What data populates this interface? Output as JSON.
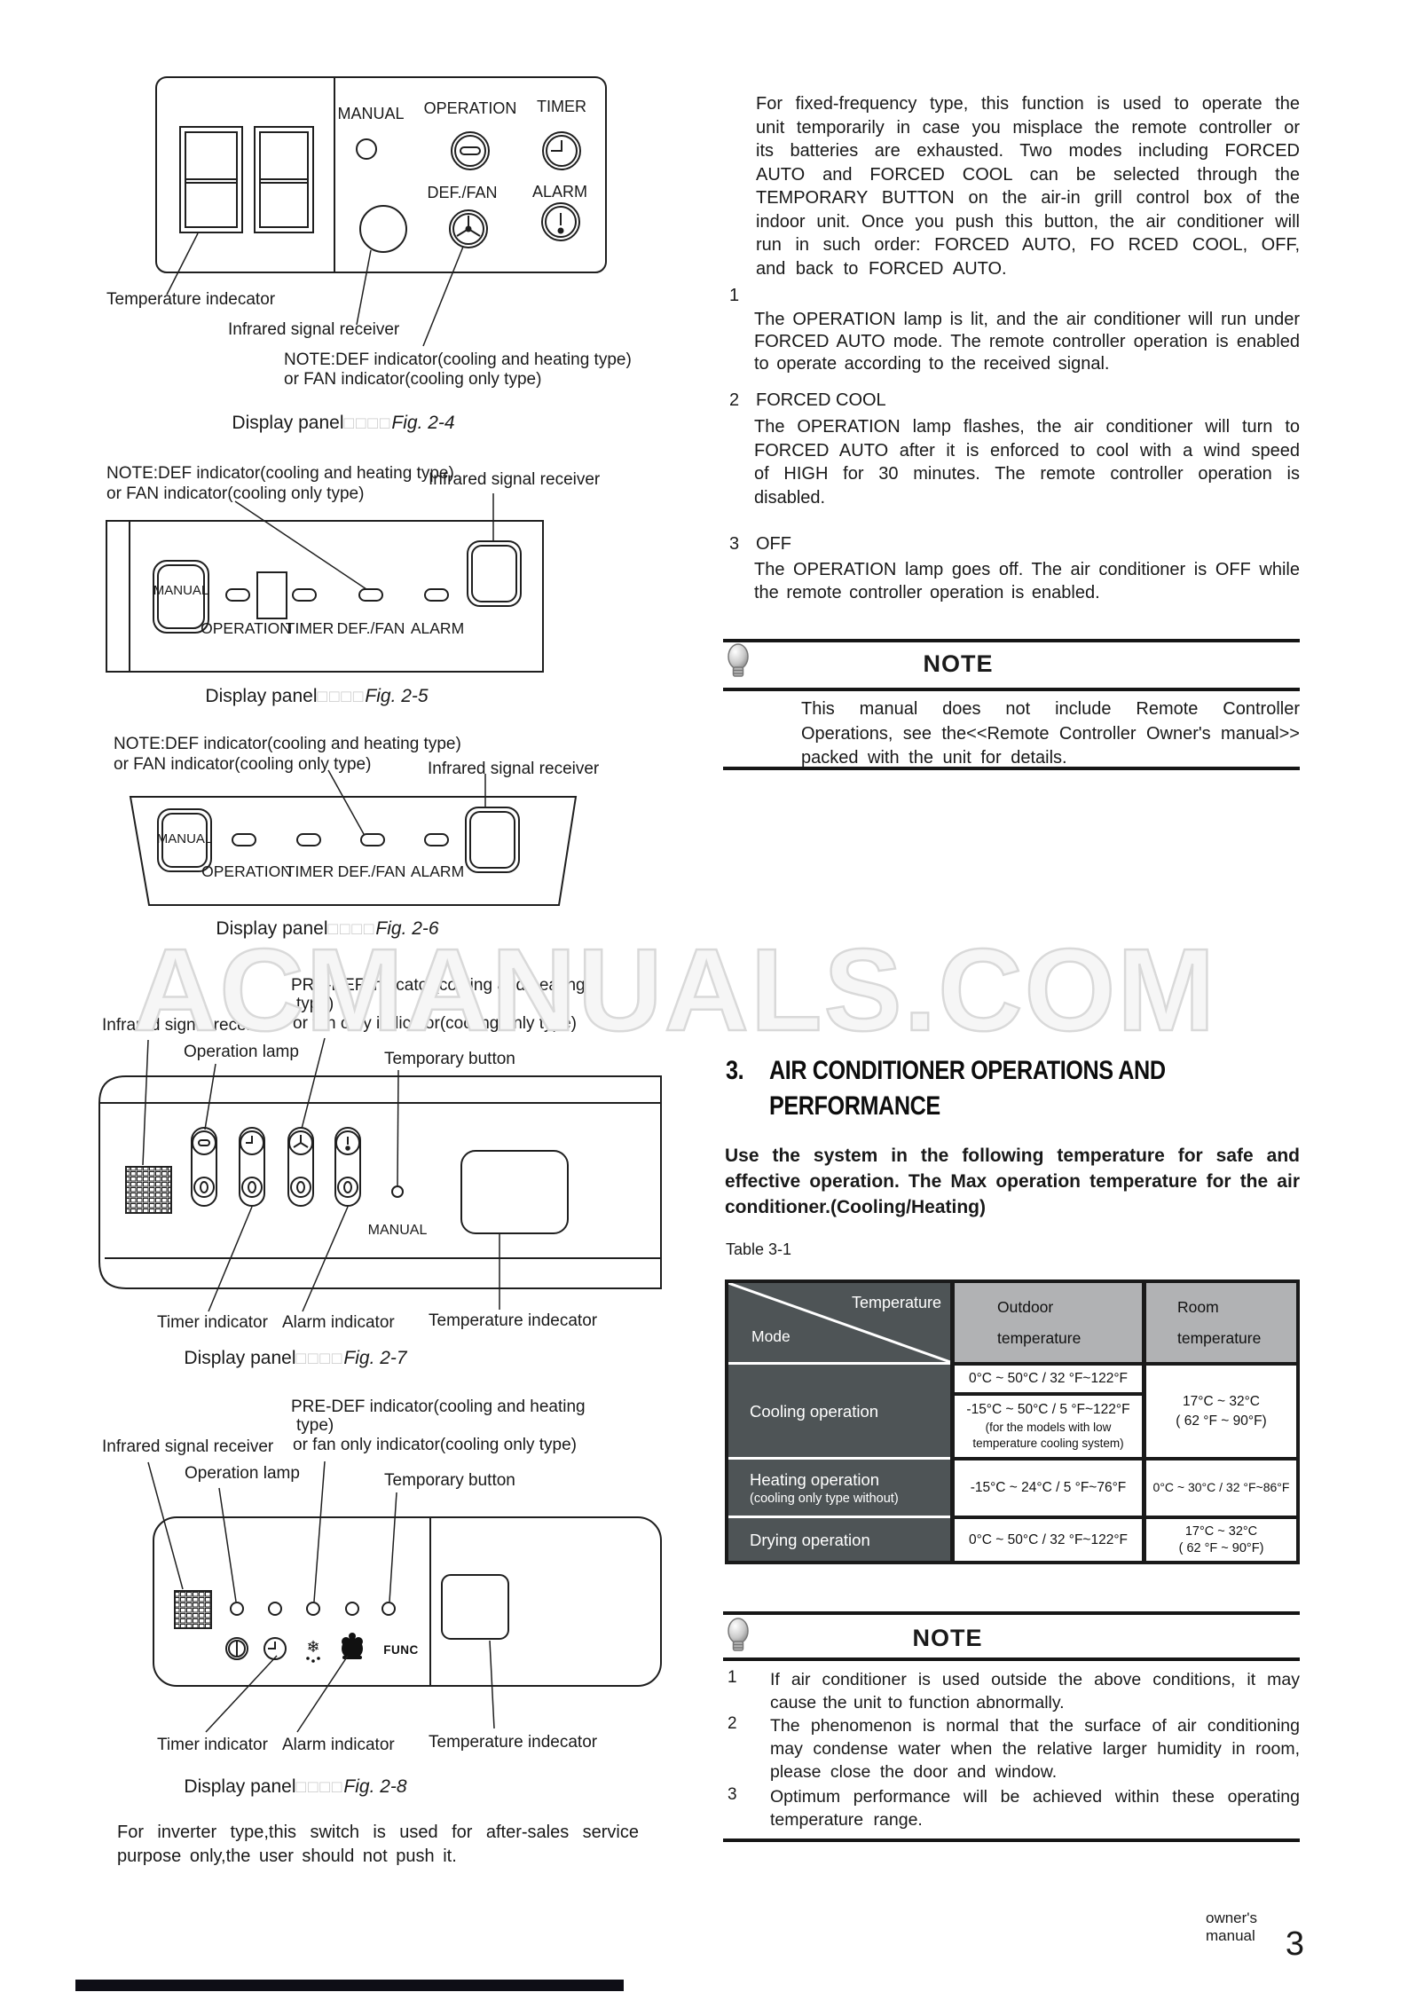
{
  "page": {
    "watermark": "ACMANUALS.COM",
    "footer_label": "owner's manual",
    "footer_page": "3"
  },
  "captions": {
    "prefix": "Display panel",
    "boxes": "□□□□",
    "f24": "Fig. 2-4",
    "f25": "Fig. 2-5",
    "f26": "Fig. 2-6",
    "f27": "Fig. 2-7",
    "f28": "Fig. 2-8"
  },
  "panel_labels": {
    "manual": "MANUAL",
    "operation": "OPERATION",
    "timer": "TIMER",
    "def_fan": "DEF./FAN",
    "alarm": "ALARM",
    "func": "FUNC",
    "snowflake_glyph": "❄"
  },
  "callouts": {
    "temperature_indicator": "Temperature indecator",
    "infrared_receiver": "Infrared signal receiver",
    "note_def_1": "NOTE:DEF indicator(cooling and heating type)",
    "note_def_2": "or FAN indicator(cooling only type)",
    "pre_def_1": "PRE-DEF indicator(cooling and heating",
    "pre_def_2": "type)",
    "pre_def_3": "or fan only indicator(cooling only type)",
    "operation_lamp": "Operation lamp",
    "temporary_button": "Temporary button",
    "timer_indicator": "Timer indicator",
    "alarm_indicator": "Alarm indicator"
  },
  "left_footer_para": "For inverter type,this switch is used for after-sales service purpose only,the user should not push it.",
  "right": {
    "intro": "For fixed-frequency type, this function is used to operate the unit temporarily in case you misplace the remote controller or its batteries are exhausted.  Two modes including FORCED AUTO and FORCED COOL can be selected through the TEMPORARY BUTTON on the air-in grill control box of the indoor unit. Once you push this button, the air conditioner will run in such order: FORCED AUTO, FO RCED COOL, OFF, and back to FORCED AUTO.",
    "items": [
      {
        "num": "1",
        "title": "",
        "body": "The OPERATION lamp is lit, and the air conditioner will run under FORCED AUTO mode. The remote controller operation is enabled to operate according to the received signal."
      },
      {
        "num": "2",
        "title": "FORCED COOL",
        "body": "The OPERATION lamp flashes, the air conditioner will turn to FORCED AUTO after it is enforced to cool with a wind speed of HIGH for 30 minutes. The remote controller operation is disabled."
      },
      {
        "num": "3",
        "title": "OFF",
        "body": "The OPERATION lamp goes off. The air conditioner is OFF while the remote controller operation is enabled."
      }
    ],
    "note1": {
      "title": "NOTE",
      "body": "This manual does not include Remote Controller Operations, see the<<Remote Controller Owner's manual>> packed with the unit for details."
    },
    "section": {
      "num": "3.",
      "line1": "AIR CONDITIONER OPERATIONS AND",
      "line2": "PERFORMANCE"
    },
    "usage": "Use the system in the following temperature for safe and effective operation. The Max operation temperature for the air conditioner.(Cooling/Heating)",
    "table_caption": "Table 3-1",
    "note2": {
      "title": "NOTE",
      "items": [
        {
          "num": "1",
          "text": "If air conditioner is used outside the above conditions, it may cause the unit to function abnormally."
        },
        {
          "num": "2",
          "text": "The phenomenon is normal that the surface of air conditioning may condense water when the relative larger humidity in room, please close the door and window."
        },
        {
          "num": "3",
          "text": "Optimum performance will be achieved within these operating temperature range."
        }
      ]
    }
  },
  "table": {
    "diag_top": "Temperature",
    "diag_bottom": "Mode",
    "outdoor_1": "Outdoor",
    "outdoor_2": "temperature",
    "room_1": "Room",
    "room_2": "temperature",
    "cooling_label": "Cooling operation",
    "cooling_outdoor_a": "0°C ~ 50°C / 32 °F~122°F",
    "cooling_outdoor_b1": "-15°C ~ 50°C / 5 °F~122°F",
    "cooling_outdoor_b2": "(for the models with low",
    "cooling_outdoor_b3": "temperature cooling system)",
    "cooling_room_1": "17°C ~ 32°C",
    "cooling_room_2": "( 62 °F ~ 90°F)",
    "heating_label": "Heating operation",
    "heating_sub": "(cooling only  type without)",
    "heating_outdoor": "-15°C ~ 24°C / 5 °F~76°F",
    "heating_room": "0°C ~ 30°C / 32 °F~86°F",
    "drying_label": "Drying operation",
    "drying_outdoor": "0°C ~ 50°C / 32 °F~122°F",
    "drying_room_1": "17°C ~ 32°C",
    "drying_room_2": "( 62 °F ~ 90°F)"
  }
}
